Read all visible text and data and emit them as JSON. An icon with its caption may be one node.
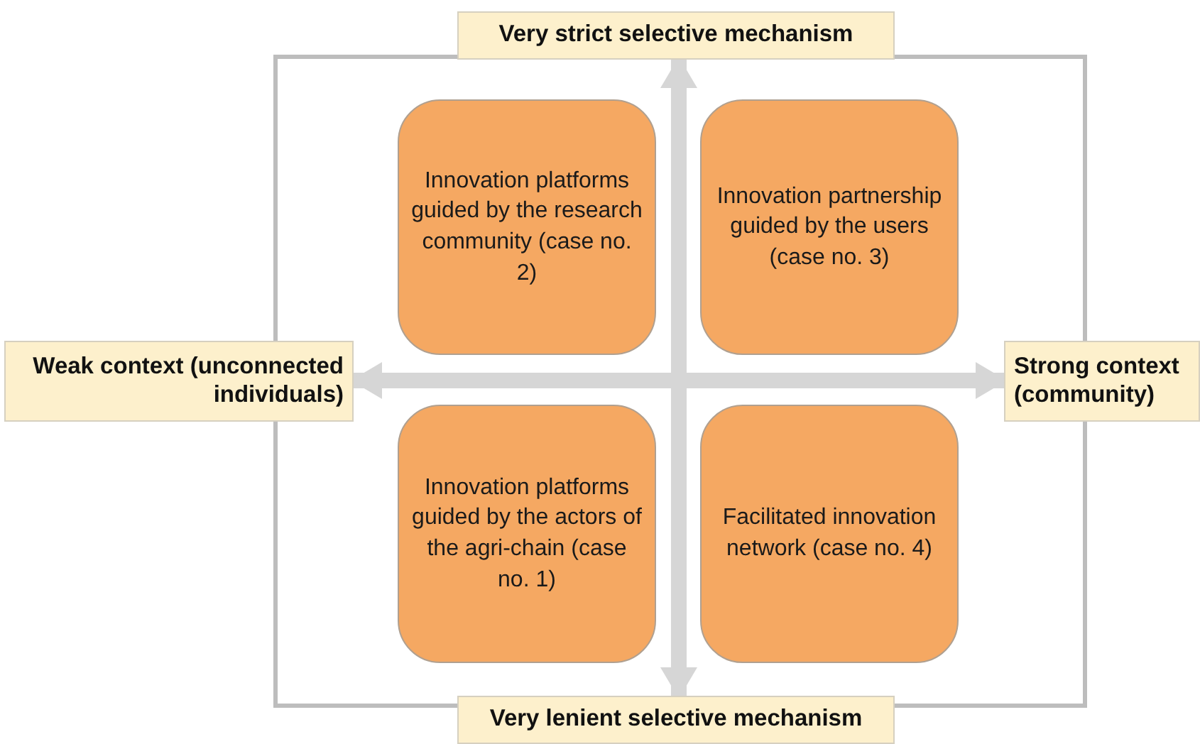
{
  "diagram": {
    "nodes": [
      {
        "text": [
          "Very strict selective mechanism"
        ]
      },
      {
        "text": [
          "Weak context (unconnected individuals)"
        ]
      },
      {
        "text": [
          "Strong context (community)"
        ]
      },
      {
        "text": [
          "Very lenient selective mechanism"
        ]
      },
      {
        "text": [
          "Innovation platforms guided by the research community (case no. 2)"
        ]
      },
      {
        "text": [
          "Innovation partnership guided by the users (case no. 3)"
        ]
      },
      {
        "text": [
          "Innovation platforms guided by the actors of the agri-chain (case no. 1)"
        ]
      },
      {
        "text": [
          "Facilitated innovation network (case no. 4)"
        ]
      }
    ],
    "edges": [
      {
        "from": 1,
        "to": 2,
        "arrow": "both"
      },
      {
        "from": 0,
        "to": 3,
        "arrow": "both"
      }
    ]
  }
}
